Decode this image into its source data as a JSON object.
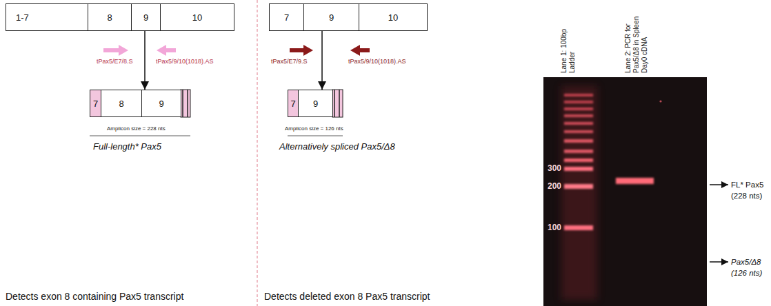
{
  "diagram": {
    "nodes": [
      {
        "text": [
          "1-7"
        ]
      },
      {
        "text": [
          "8"
        ]
      },
      {
        "text": [
          "9"
        ]
      },
      {
        "text": [
          "10"
        ]
      },
      {
        "text": [
          "7"
        ]
      },
      {
        "text": [
          "9"
        ]
      },
      {
        "text": [
          "10"
        ]
      },
      {
        "text": [
          "7"
        ]
      },
      {
        "text": [
          "8"
        ]
      },
      {
        "text": [
          "9"
        ]
      },
      {
        "text": [
          "7"
        ]
      },
      {
        "text": [
          "9"
        ]
      }
    ],
    "edges": [
      {
        "from": 2,
        "to": 9,
        "arrow": "to"
      },
      {
        "from": 5,
        "to": 11,
        "arrow": "to"
      }
    ],
    "labels": [
      "tPax5/E7/8.S",
      "tPax5/9/10(1018).AS",
      "Amplicon size = 228 nts",
      "Full-length* Pax5",
      "tPax5/E7/9.S",
      "tPax5/9/10(1018).AS",
      "Amplicon size = 126 nts",
      "Alternatively spliced Pax5/Δ8",
      "Detects exon 8 containing Pax5 transcript",
      "Detects deleted exon 8 Pax5 transcript",
      "Lane 1: 100bp Ladder",
      "Lane 2: PCR for Pax5/Δ8 in Spleen Day0 cDNA",
      "300",
      "200",
      "100",
      "FL* Pax5 (228 nts)",
      "Pax5/Δ8 (126 nts)"
    ]
  }
}
